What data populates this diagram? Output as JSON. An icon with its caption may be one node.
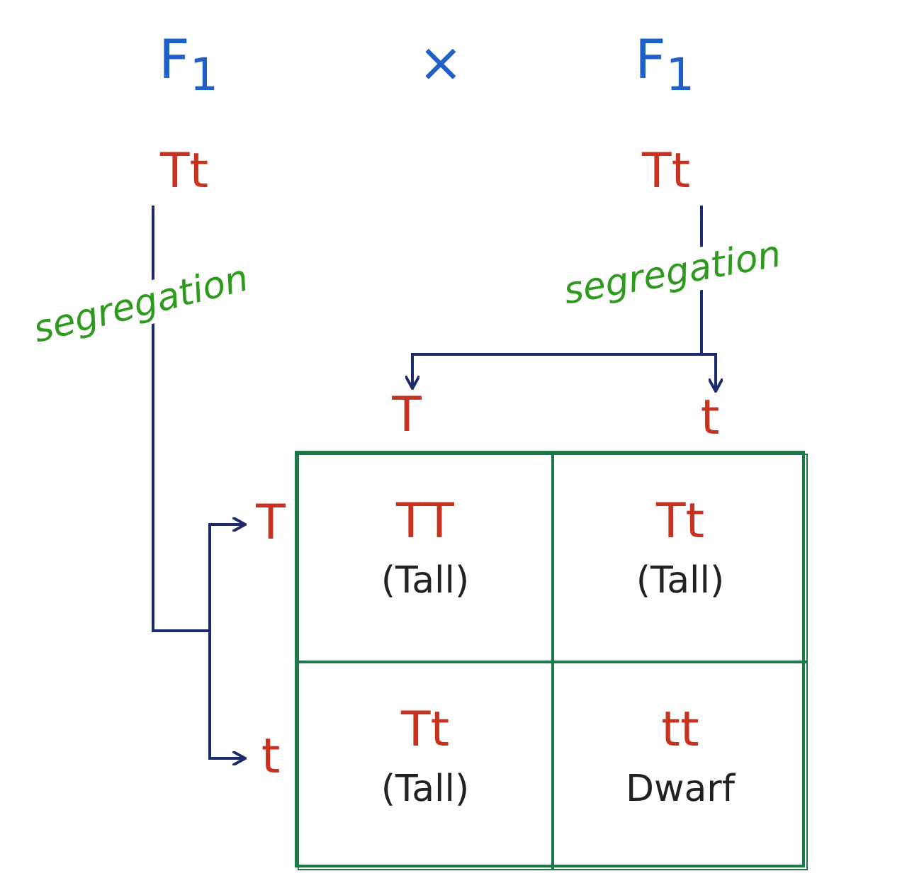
{
  "diagram": {
    "nodes": [
      {
        "text": [
          "Tt"
        ]
      },
      {
        "text": [
          "Tt"
        ]
      },
      {
        "text": [
          "T"
        ]
      },
      {
        "text": [
          "t"
        ]
      },
      {
        "text": [
          "T"
        ]
      },
      {
        "text": [
          "t"
        ]
      },
      {
        "text": [],
        "shape": "box"
      },
      {
        "text": [
          "TT",
          "(Tall)"
        ],
        "in": 6
      },
      {
        "text": [
          "Tt",
          "(Tall)"
        ],
        "in": 6
      },
      {
        "text": [
          "Tt",
          "(Tall)"
        ],
        "in": 6
      },
      {
        "text": [
          "tt",
          "Dwarf"
        ],
        "in": 6
      }
    ],
    "edges": [
      {
        "from": 0,
        "to": 4,
        "arrow": "to",
        "label": "segregation"
      },
      {
        "from": 0,
        "to": 5,
        "arrow": "to"
      },
      {
        "from": 1,
        "to": 2,
        "arrow": "to",
        "label": "segregation"
      },
      {
        "from": 1,
        "to": 3,
        "arrow": "to"
      }
    ],
    "labels": [
      "F$_{1}$",
      "×",
      "F$_{1}$"
    ]
  }
}
